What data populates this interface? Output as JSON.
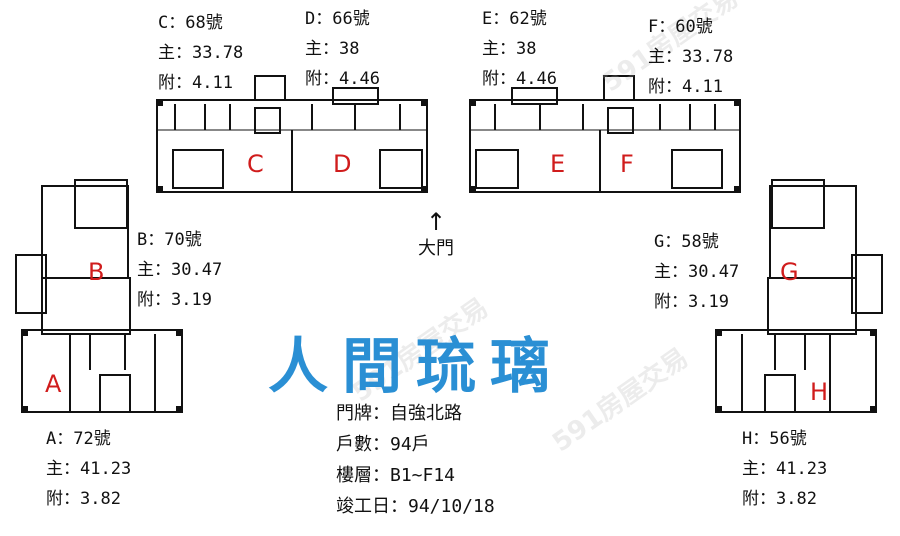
{
  "title": "人間琉璃",
  "colors": {
    "title": "#2a8fd4",
    "unit_letter": "#d01c1c",
    "line": "#111111"
  },
  "gate": {
    "arrow": "↑",
    "label": "大門"
  },
  "info": {
    "address": "門牌：自強北路",
    "households": "戶數：94戶",
    "floors": "樓層：B1~F14",
    "completed": "竣工日：94/10/18"
  },
  "units": [
    {
      "letter": "A",
      "number": "A：72號",
      "main": "主：41.23",
      "attached": "附：3.82"
    },
    {
      "letter": "B",
      "number": "B：70號",
      "main": "主：30.47",
      "attached": "附：3.19"
    },
    {
      "letter": "C",
      "number": "C：68號",
      "main": "主：33.78",
      "attached": "附：4.11"
    },
    {
      "letter": "D",
      "number": "D：66號",
      "main": "主：38",
      "attached": "附：4.46"
    },
    {
      "letter": "E",
      "number": "E：62號",
      "main": "主：38",
      "attached": "附：4.46"
    },
    {
      "letter": "F",
      "number": "F：60號",
      "main": "主：33.78",
      "attached": "附：4.11"
    },
    {
      "letter": "G",
      "number": "G：58號",
      "main": "主：30.47",
      "attached": "附：3.19"
    },
    {
      "letter": "H",
      "number": "H：56號",
      "main": "主：41.23",
      "attached": "附：3.82"
    }
  ],
  "watermark": "591房屋交易"
}
